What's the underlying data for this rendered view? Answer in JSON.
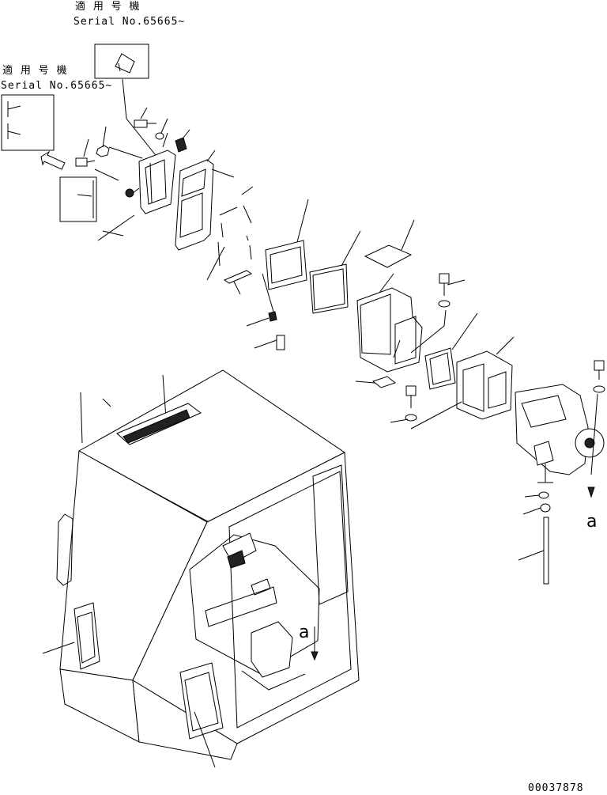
{
  "applicable_note_1": {
    "jp": "適 用 号 機",
    "serial": "Serial No.65665~"
  },
  "applicable_note_2": {
    "jp": "適 用 号 機",
    "serial": "Serial No.65665~"
  },
  "arrow_labels": [
    "a",
    "a"
  ],
  "drawing_number": "00037878"
}
